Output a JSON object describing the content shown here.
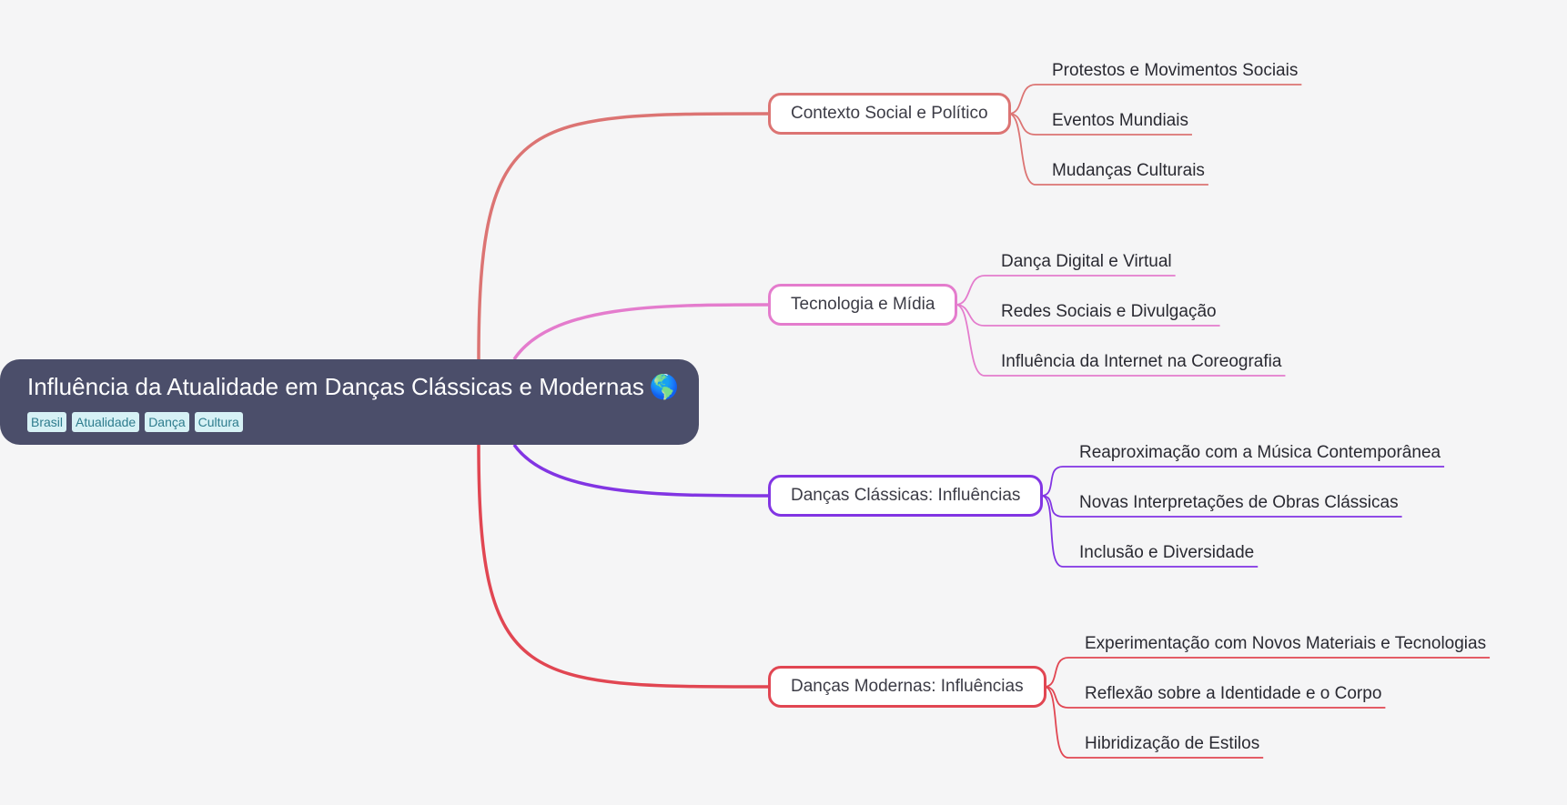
{
  "root": {
    "title": "Influência da Atualidade em Danças Clássicas e Modernas",
    "emoji": "🌎",
    "tags": [
      "Brasil",
      "Atualidade",
      "Dança",
      "Cultura"
    ]
  },
  "branches": [
    {
      "label": "Contexto Social e Político",
      "color": "#dc7473",
      "children": [
        "Protestos e Movimentos Sociais",
        "Eventos Mundiais",
        "Mudanças Culturais"
      ]
    },
    {
      "label": "Tecnologia e Mídia",
      "color": "#e47ccd",
      "children": [
        "Dança Digital e Virtual",
        "Redes Sociais e Divulgação",
        "Influência da Internet na Coreografia"
      ]
    },
    {
      "label": "Danças Clássicas: Influências",
      "color": "#8235e3",
      "children": [
        "Reaproximação com a Música Contemporânea",
        "Novas Interpretações de Obras Clássicas",
        "Inclusão e Diversidade"
      ]
    },
    {
      "label": "Danças Modernas: Influências",
      "color": "#e14652",
      "children": [
        "Experimentação com Novos Materiais e Tecnologias",
        "Reflexão sobre a Identidade e o Corpo",
        "Hibridização de Estilos"
      ]
    }
  ]
}
